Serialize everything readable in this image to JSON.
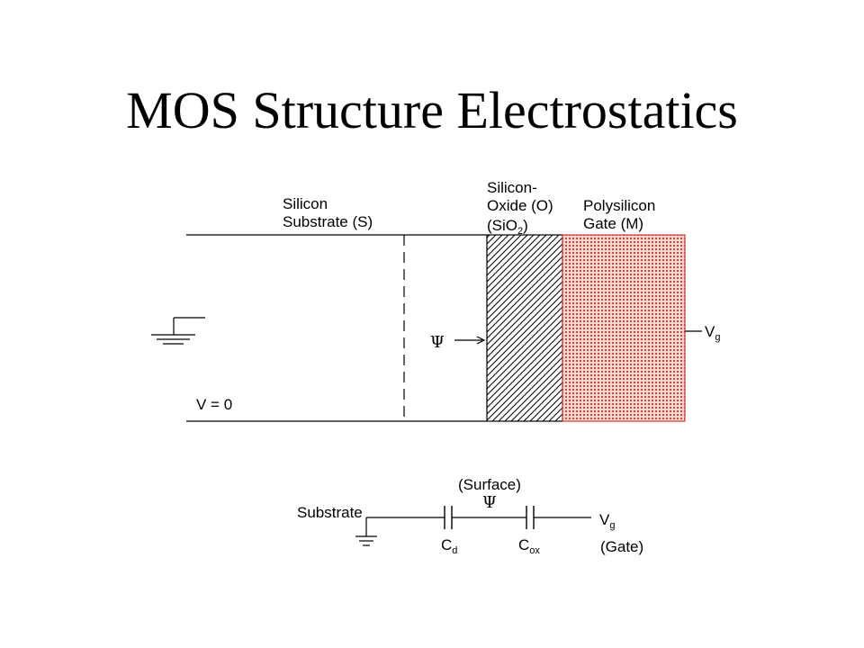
{
  "title": "MOS Structure Electrostatics",
  "cross_section": {
    "substrate_label_line1": "Silicon",
    "substrate_label_line2": "Substrate (S)",
    "oxide_label_line1": "Silicon-",
    "oxide_label_line2": "Oxide (O)",
    "oxide_formula_open": "(SiO",
    "oxide_formula_subscript": "2",
    "oxide_formula_close": ")",
    "gate_label_line1": "Polysilicon",
    "gate_label_line2": "Gate (M)",
    "surface_potential_symbol": "Ψ",
    "ground_voltage": "V = 0",
    "gate_voltage_main": "V",
    "gate_voltage_subscript": "g"
  },
  "circuit": {
    "substrate_label": "Substrate",
    "surface_label": "(Surface)",
    "surface_symbol": "Ψ",
    "cd_main": "C",
    "cd_subscript": "d",
    "cox_main": "C",
    "cox_subscript": "ox",
    "vg_main": "V",
    "vg_subscript": "g",
    "gate_label": "(Gate)"
  },
  "colors": {
    "gate_fill": "#f4d6cf",
    "gate_dot": "#c24a40",
    "gate_border": "#d23c32",
    "line": "#000000"
  }
}
